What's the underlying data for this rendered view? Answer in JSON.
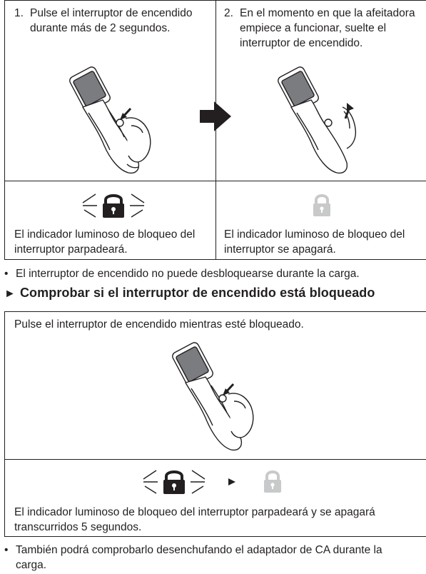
{
  "steps": [
    {
      "number": "1.",
      "text": "Pulse el interruptor de encendido durante más de 2 segundos."
    },
    {
      "number": "2.",
      "text": "En el momento en que la afeitadora empiece a funcionar, suelte el interruptor de encendido."
    }
  ],
  "indicators": {
    "left_caption": "El indicador luminoso de bloqueo del interruptor parpadeará.",
    "right_caption": "El indicador luminoso de bloqueo del interruptor se apagará."
  },
  "note1": "El interruptor de encendido no puede desbloquearse durante la carga.",
  "section": {
    "heading": "Comprobar si el interruptor de encendido está bloqueado",
    "instruction": "Pulse el interruptor de encendido mientras esté bloqueado.",
    "caption": "El indicador luminoso de bloqueo del interruptor parpadeará y se apagará transcurridos 5 segundos."
  },
  "note2": "También podrá comprobarlo desenchufando el adaptador de CA durante la carga.",
  "bullet": "•",
  "heading_marker": "►",
  "icons": [
    "lock-blinking-icon",
    "lock-off-icon",
    "arrow-right-icon",
    "shaver-illustration"
  ],
  "colors": {
    "ink": "#231f20",
    "lock_off": "#c8c9ca"
  }
}
